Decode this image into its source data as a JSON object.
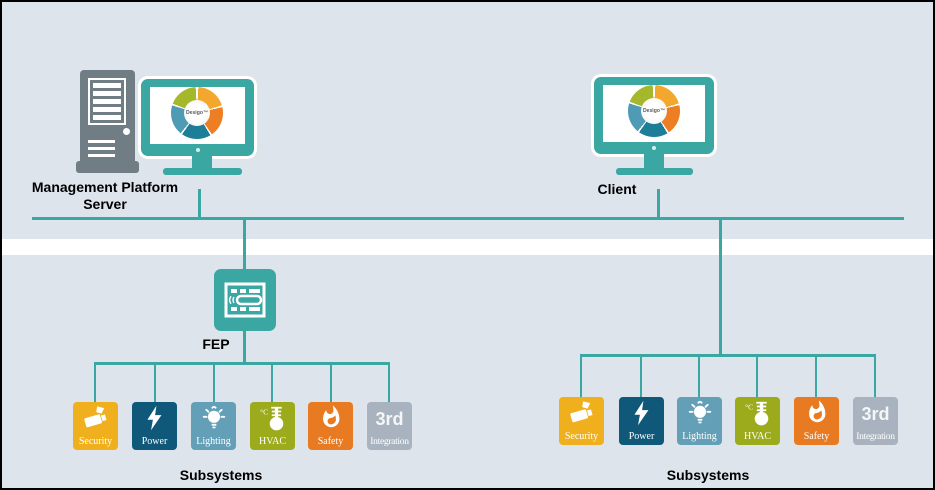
{
  "diagram": {
    "type": "system-architecture",
    "nodes": {
      "management_platform_server": {
        "label": "Management Platform Server",
        "label_line1": "Management Platform",
        "label_line2": "Server"
      },
      "client": {
        "label": "Client"
      },
      "fep": {
        "label": "FEP"
      }
    },
    "monitor_logo": {
      "brand": "Desigo™"
    },
    "subsystems": {
      "left_group_label": "Subsystems",
      "right_group_label": "Subsystems",
      "tiles": [
        {
          "name": "security",
          "label": "Security",
          "color": "#f0b01e",
          "icon": "cctv-camera-icon"
        },
        {
          "name": "power",
          "label": "Power",
          "color": "#0f587a",
          "icon": "lightning-bolt-icon"
        },
        {
          "name": "lighting",
          "label": "Lighting",
          "color": "#649fb8",
          "icon": "light-bulb-icon"
        },
        {
          "name": "hvac",
          "label": "HVAC",
          "color": "#9cab1c",
          "icon": "thermometer-icon"
        },
        {
          "name": "safety",
          "label": "Safety",
          "color": "#e87a22",
          "icon": "flame-icon"
        },
        {
          "name": "third_party_integration",
          "label": "Integration",
          "big_text": "3rd",
          "color": "#a9b3bf",
          "icon": "3rd-party-text"
        }
      ]
    },
    "colors": {
      "background": "#dee4ec",
      "white_band": "#ffffff",
      "network_line_teal": "#3ba7a3",
      "device_teal": "#3ba7a3",
      "server_gray": "#707d84",
      "label_text": "#000000",
      "wheel_amber": "#f3a82d",
      "wheel_orange": "#ee7e24",
      "wheel_petrol": "#1f7e97",
      "wheel_blue": "#4f9ab5",
      "wheel_olive": "#a5b82b"
    }
  }
}
